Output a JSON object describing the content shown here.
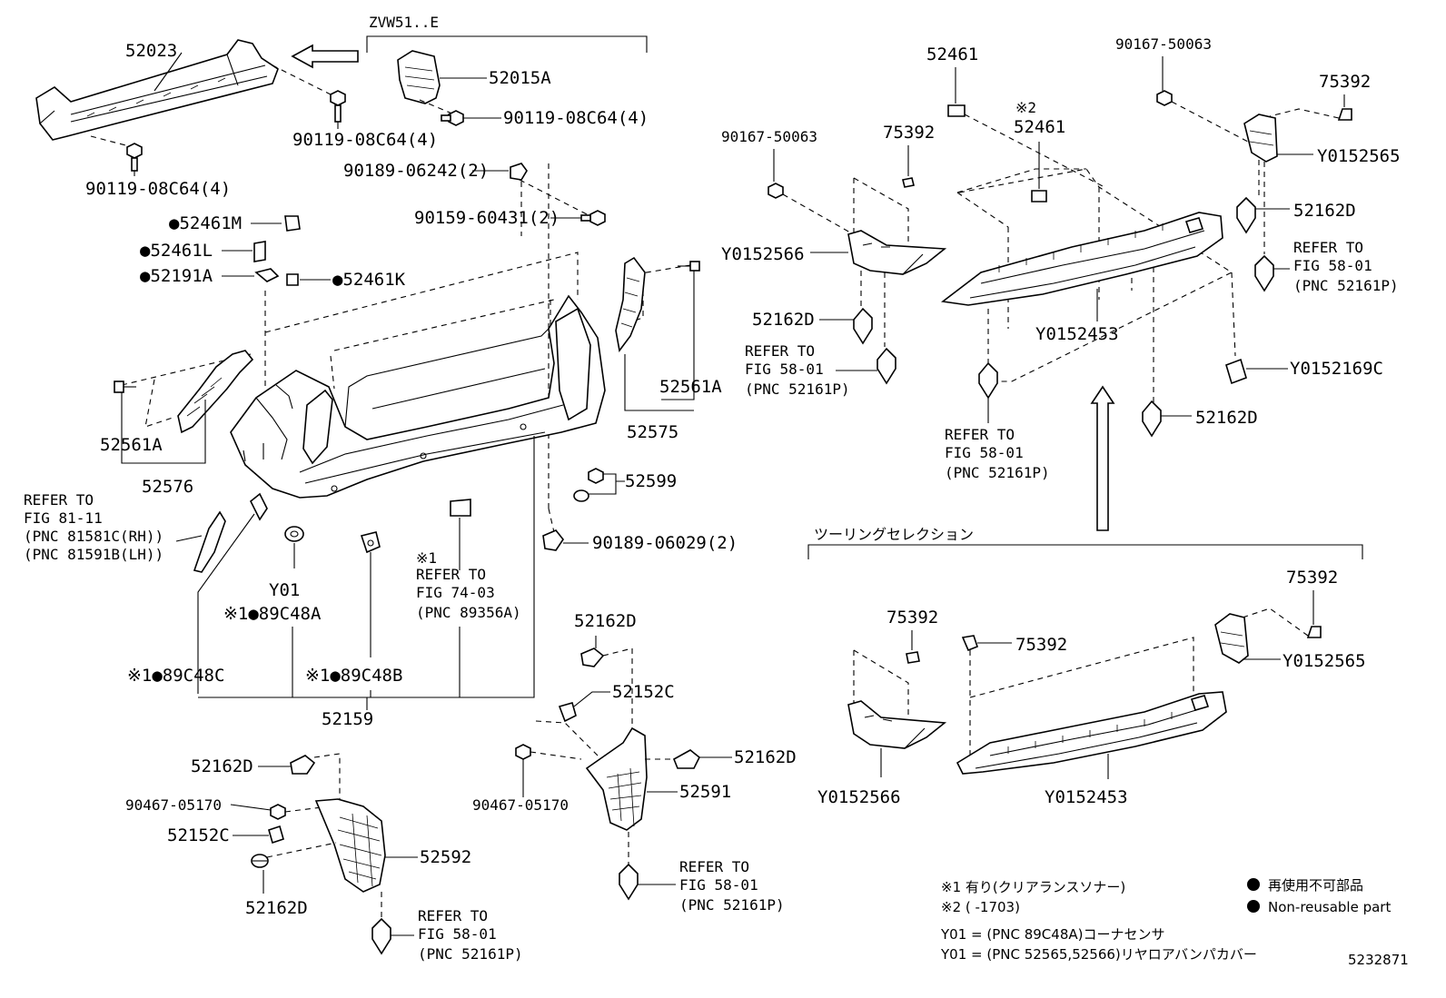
{
  "header": {
    "variant_label": "ZVW51..E",
    "touring_label": "ツーリングセレクション"
  },
  "labels": {
    "p52023": "52023",
    "p52015A": "52015A",
    "b90119_a": "90119-08C64(4)",
    "b90119_b": "90119-08C64(4)",
    "b90119_c": "90119-08C64(4)",
    "c90189_06242": "90189-06242(2)",
    "s90159": "90159-60431(2)",
    "p52461M": "●52461M",
    "p52461L": "●52461L",
    "p52191A": "●52191A",
    "p52461K": "●52461K",
    "p52561A_l": "52561A",
    "p52576": "52576",
    "p52561A_r": "52561A",
    "p52575": "52575",
    "p52599": "52599",
    "c90189_06029": "90189-06029(2)",
    "ref81_1": "REFER TO",
    "ref81_2": "FIG 81-11",
    "ref81_3": "(PNC 81581C(RH))",
    "ref81_4": "(PNC 81591B(LH))",
    "y01": "Y01",
    "p89C48A": "※1●89C48A",
    "p89C48C": "※1●89C48C",
    "p89C48B": "※1●89C48B",
    "ref74_0": "※1",
    "ref74_1": "REFER TO",
    "ref74_2": "FIG 74-03",
    "ref74_3": "(PNC 89356A)",
    "p52159": "52159",
    "p52162D_a": "52162D",
    "p52152C_a": "52152C",
    "p52162D_b": "52162D",
    "p52591": "52591",
    "w90467_a": "90467-05170",
    "p52162D_c": "52162D",
    "w90467_b": "90467-05170",
    "p52152C_b": "52152C",
    "p52592": "52592",
    "p52162D_d": "52162D",
    "ref58a_1": "REFER TO",
    "ref58a_2": "FIG 58-01",
    "ref58a_3": "(PNC 52161P)",
    "ref58b_1": "REFER TO",
    "ref58b_2": "FIG 58-01",
    "ref58b_3": "(PNC 52161P)",
    "p52461_a": "52461",
    "p52461_b_mark": "※2",
    "p52461_b": "52461",
    "n90167_a": "90167-50063",
    "n90167_b": "90167-50063",
    "p75392_a": "75392",
    "p75392_b": "75392",
    "y0152566_a": "Y0152566",
    "y0152565_a": "Y0152565",
    "p52162D_e": "52162D",
    "p52162D_f": "52162D",
    "ref58c_1": "REFER TO",
    "ref58c_2": "FIG 58-01",
    "ref58c_3": "(PNC 52161P)",
    "ref58d_1": "REFER TO",
    "ref58d_2": "FIG 58-01",
    "ref58d_3": "(PNC 52161P)",
    "y0152453_a": "Y0152453",
    "ref58e_1": "REFER TO",
    "ref58e_2": "FIG 58-01",
    "ref58e_3": "(PNC 52161P)",
    "y0152169C": "Y0152169C",
    "p52162D_g": "52162D",
    "p75392_c": "75392",
    "p75392_d": "75392",
    "p75392_e": "75392",
    "y0152565_b": "Y0152565",
    "y0152566_b": "Y0152566",
    "y0152453_b": "Y0152453"
  },
  "notes": {
    "n1": "※1  有り(クリアランスソナー)",
    "n2": "※2  (       -1703)",
    "n3": "Y01 = (PNC 89C48A)コーナセンサ",
    "n4": "Y01 = (PNC 52565,52566)リヤロアバンパカバー",
    "legend_jp": "再使用不可部品",
    "legend_en": "Non-reusable part",
    "code": "5232871"
  }
}
